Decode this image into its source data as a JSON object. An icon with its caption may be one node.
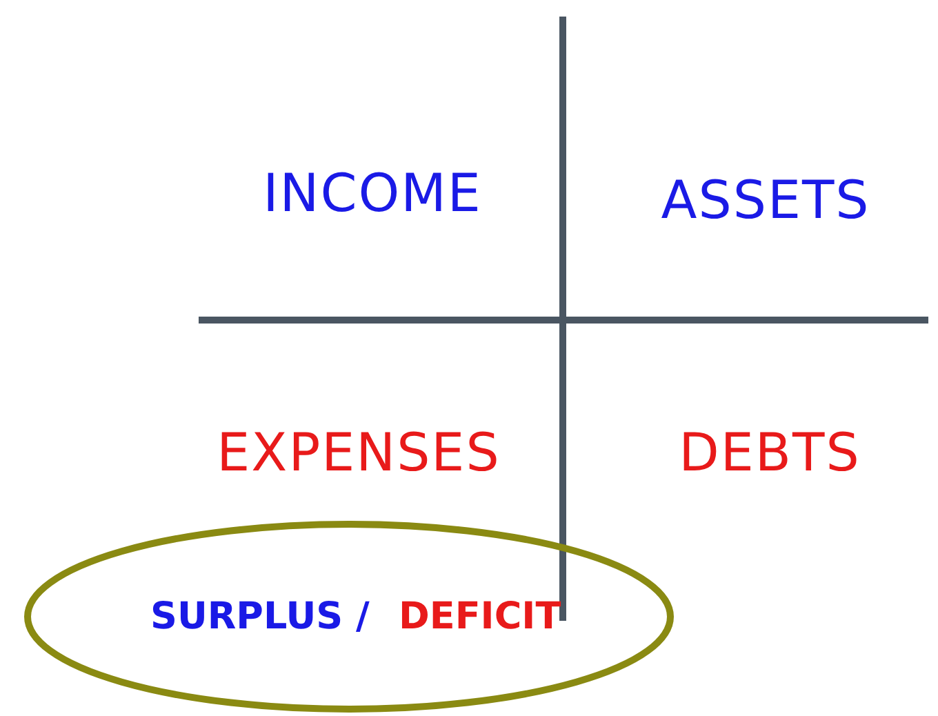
{
  "diagram": {
    "nodes": [
      {
        "text": [
          "SURPLUS /",
          "DEFICIT"
        ]
      }
    ],
    "edges": [],
    "labels": [
      "INCOME",
      "ASSETS",
      "EXPENSES",
      "DEBTS"
    ]
  }
}
